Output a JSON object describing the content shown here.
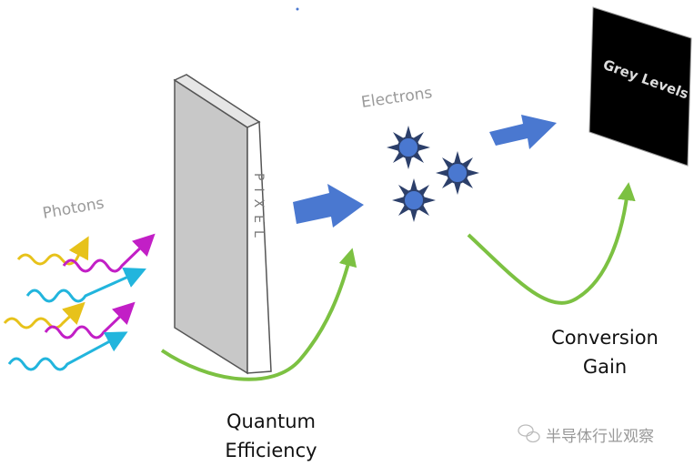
{
  "labels": {
    "photons": "Photons",
    "pixel": "PIXEL",
    "electrons": "Electrons",
    "grey_levels": "Grey Levels",
    "quantum_line1": "Quantum",
    "quantum_line2": "Efficiency",
    "conversion_line1": "Conversion",
    "conversion_line2": "Gain"
  },
  "watermark": "半导体行业观察",
  "colors": {
    "arrow_blue": "#4a78d0",
    "curve_green": "#7cc142",
    "photon_yellow": "#e7c21a",
    "photon_magenta": "#c21fc6",
    "photon_cyan": "#22b5dd"
  }
}
